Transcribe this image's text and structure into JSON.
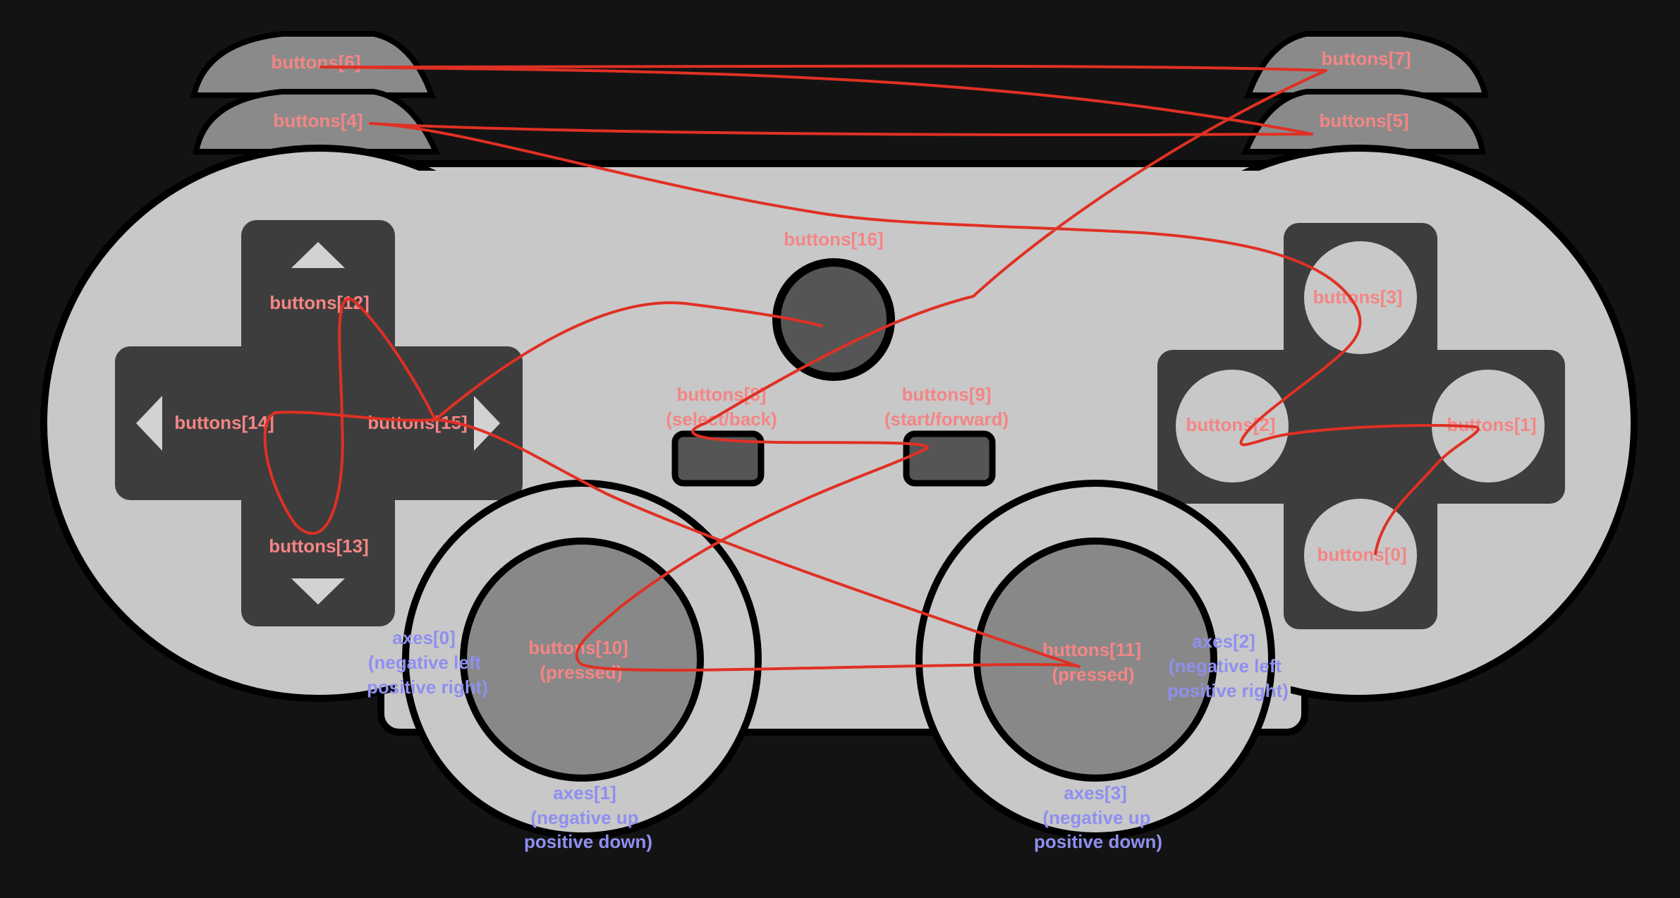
{
  "colors": {
    "background": "#131313",
    "body": "#c8c8c8",
    "dark": "#3d3d3d",
    "mid": "#555555",
    "stick": "#888888",
    "button_label": "#f58585",
    "axis_label": "#8f8ff0",
    "wire": "#e03024"
  },
  "bumpers": {
    "b6": "buttons[6]",
    "b4": "buttons[4]",
    "b7": "buttons[7]",
    "b5": "buttons[5]"
  },
  "dpad": {
    "up": "buttons[12]",
    "down": "buttons[13]",
    "left": "buttons[14]",
    "right": "buttons[15]"
  },
  "center": {
    "home": "buttons[16]",
    "select": [
      "buttons[8]",
      "(select/back)"
    ],
    "start": [
      "buttons[9]",
      "(start/forward)"
    ]
  },
  "face": {
    "top": "buttons[3]",
    "left": "buttons[2]",
    "right": "buttons[1]",
    "bottom": "buttons[0]"
  },
  "sticks": {
    "left_button": [
      "buttons[10]",
      "(pressed)"
    ],
    "right_button": [
      "buttons[11]",
      "(pressed)"
    ],
    "left_horizontal": [
      "axes[0]",
      "(negative left",
      "positive right)"
    ],
    "left_vertical": [
      "axes[1]",
      "(negative up",
      "positive down)"
    ],
    "right_horizontal": [
      "axes[2]",
      "(negative left",
      "positive right)"
    ],
    "right_vertical": [
      "axes[3]",
      "(negative up",
      "positive down)"
    ]
  }
}
